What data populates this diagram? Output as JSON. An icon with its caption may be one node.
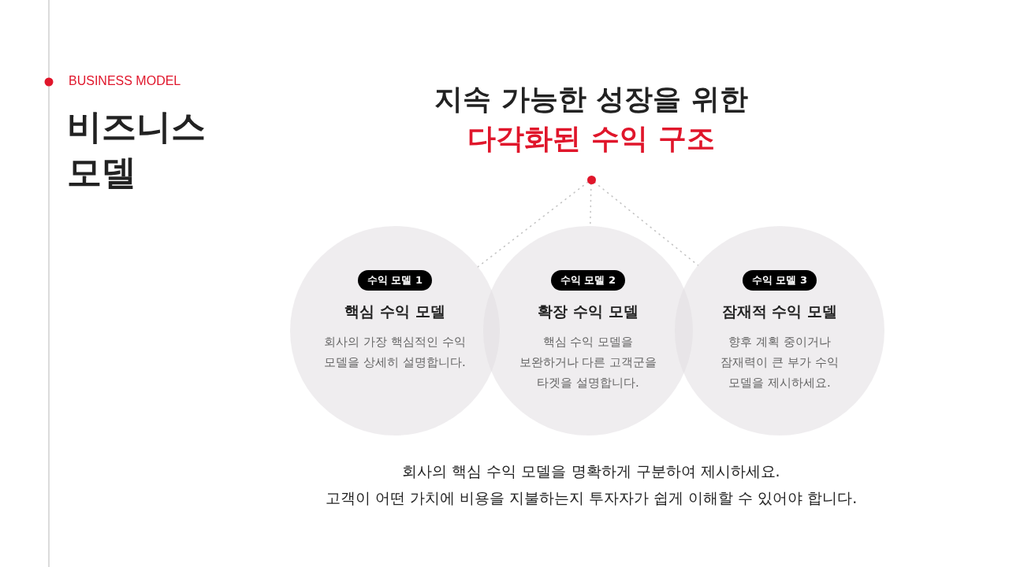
{
  "diagram": {
    "title": "비즈니스 모델",
    "nodes": [
      {
        "text": [],
        "shape": "circle"
      },
      {
        "text": [
          "수익 모델 1",
          "핵심 수익 모델",
          "회사의 가장 핵심적인 수익 모델을 상세히 설명합니다."
        ]
      },
      {
        "text": [
          "수익 모델 2",
          "확장 수익 모델",
          "핵심 수익 모델을 보완하거나 다른 고객군을 타겟을 설명합니다."
        ]
      },
      {
        "text": [
          "수익 모델 3",
          "잠재적 수익 모델",
          "향후 계획 중이거나 잠재력이 큰 부가 수익 모델을 제시하세요."
        ]
      }
    ],
    "edges": [
      {
        "from": 0,
        "to": 1,
        "arrow": "none",
        "style": "dashed"
      },
      {
        "from": 0,
        "to": 2,
        "arrow": "none",
        "style": "dashed"
      },
      {
        "from": 0,
        "to": 3,
        "arrow": "none",
        "style": "dashed"
      }
    ],
    "labels": [
      "BUSINESS MODEL",
      "지속 가능한 성장을 위한",
      "다각화된 수익 구조",
      "회사의 핵심 수익 모델을 명확하게 구분하여 제시하세요.",
      "고객이 어떤 가치에 비용을 지불하는지 투자자가 쉽게 이해할 수 있어야 합니다."
    ]
  }
}
